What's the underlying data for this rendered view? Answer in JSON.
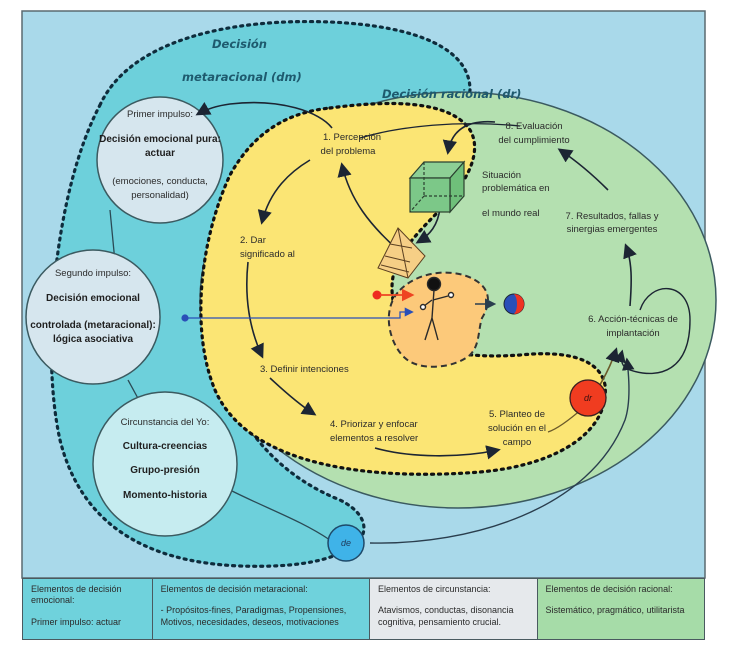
{
  "colors": {
    "background": "#a9d9ea",
    "metarational": "#6dd0db",
    "rational": "#b4e0b0",
    "problem_zone": "#fbe574",
    "self_zone": "#fcc97a",
    "circle_fill": "#d6e6ee",
    "circumstance_fill": "#c6ecf0",
    "dr_badge": "#f03c20",
    "de_badge": "#3fb3e8"
  },
  "regions": {
    "metarational_title_line1": "Decisión",
    "metarational_title_line2": "metaracional (dm)",
    "rational_title": "Decisión racional (dr)"
  },
  "impulses": {
    "first": {
      "heading": "Primer impulso:",
      "title_line1": "Decisión emocional pura:",
      "title_line2": "actuar",
      "detail_line1": "(emociones, conducta,",
      "detail_line2": "personalidad)"
    },
    "second": {
      "heading": "Segundo impulso:",
      "title_line1": "Decisión emocional",
      "title_line2": "controlada (metaracional):",
      "title_line3": "lógica asociativa"
    },
    "circumstance": {
      "heading": "Circunstancia del Yo:",
      "item1": "Cultura-creencias",
      "item2": "Grupo-presión",
      "item3": "Momento-historia"
    }
  },
  "steps": [
    {
      "line1": "1. Percepción",
      "line2": "del problema"
    },
    {
      "line1": "2. Dar",
      "line2": "significado al"
    },
    {
      "line1": "3. Definir intenciones"
    },
    {
      "line1": "4. Priorizar y enfocar",
      "line2": "elementos a resolver"
    },
    {
      "line1": "5. Planteo de",
      "line2": "solución en el",
      "line3": "campo"
    },
    {
      "line1": "6. Acción-técnicas de",
      "line2": "implantación"
    },
    {
      "line1": "7. Resultados, fallas y",
      "line2": "sinergias emergentes"
    },
    {
      "line1": "8. Evaluación",
      "line2": "del cumplimiento"
    }
  ],
  "problem_situation": {
    "line1": "Situación",
    "line2": "problemática en",
    "line3": "el mundo real"
  },
  "badges": {
    "dr": "dr",
    "de": "de"
  },
  "legend": [
    {
      "title": "Elementos de decisión emocional:",
      "body": "Primer impulso: actuar"
    },
    {
      "title": "Elementos de decisión metaracional:",
      "body": "- Propósitos-fines, Paradigmas, Propensiones, Motivos, necesidades, deseos, motivaciones"
    },
    {
      "title": "Elementos de circunstancia:",
      "body": "Atavismos, conductas, disonancia cognitiva, pensamiento crucial."
    },
    {
      "title": "Elementos de decisión racional:",
      "body": "Sistemático, pragmático, utilitarista"
    }
  ]
}
